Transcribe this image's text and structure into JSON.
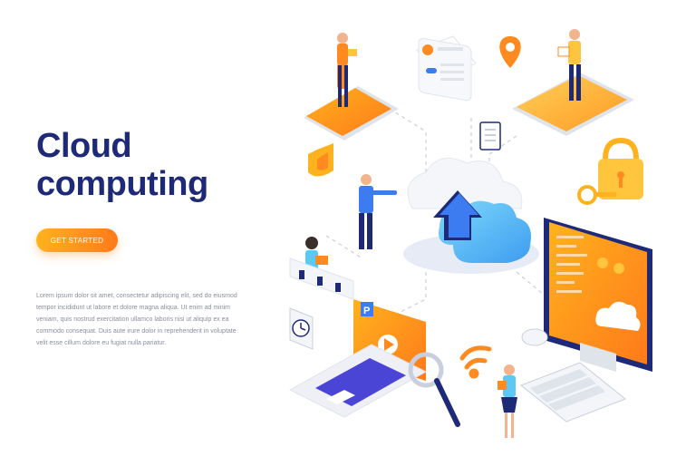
{
  "hero": {
    "title_line1": "Cloud",
    "title_line2": "computing",
    "cta_label": "GET STARTED",
    "body_lines": [
      "Lorem ipsum dolor sit amet, consectetur adipiscing elit, sed do eiusmod",
      "tempor incididunt ut labore et dolore magna aliqua. Ut enim ad minim",
      "veniam, quis nostrud exercitation ullamco laboris nisi ut aliquip ex ea",
      "commodo consequat. Duis aute irure dolor in reprehenderit in voluptate",
      "velit esse cillum dolore eu fugiat nulla pariatur."
    ]
  },
  "illustration": {
    "colors": {
      "navy": "#1e2a78",
      "blue": "#3d7bf0",
      "sky": "#5cc8f5",
      "orange": "#ff8a1f",
      "yellow": "#ffc53d",
      "gray": "#e9ecf2"
    },
    "icons": [
      "cloud-upload-icon",
      "padlock-icon",
      "key-icon",
      "shield-icon",
      "wifi-icon",
      "magnifier-icon",
      "clock-icon",
      "location-pin-icon",
      "play-icon"
    ],
    "badge_letter": "P"
  }
}
